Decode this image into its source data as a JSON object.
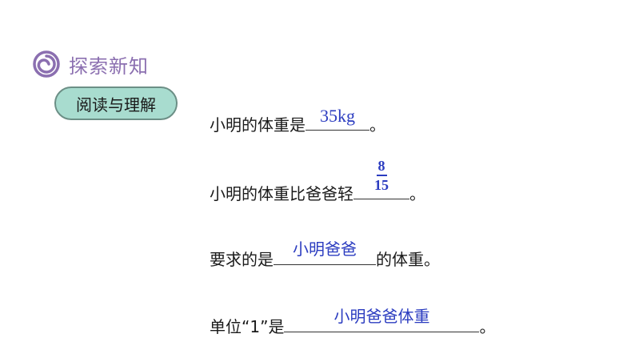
{
  "header": {
    "title": "探索新知"
  },
  "badge": {
    "label": "阅读与理解"
  },
  "lines": [
    {
      "before": "小明的体重是",
      "answer": "35kg",
      "after": "。"
    },
    {
      "before": "小明的体重比爸爸轻",
      "answer_num": "8",
      "answer_den": "15",
      "after": "。"
    },
    {
      "before": "要求的是",
      "answer": "小明爸爸",
      "after": "的体重。"
    },
    {
      "before": "单位“1”是",
      "answer": "小明爸爸体重",
      "after": "。"
    }
  ],
  "colors": {
    "accent": "#8b6fb0",
    "answer": "#2b3cc0",
    "badge": "#a8dccf"
  }
}
